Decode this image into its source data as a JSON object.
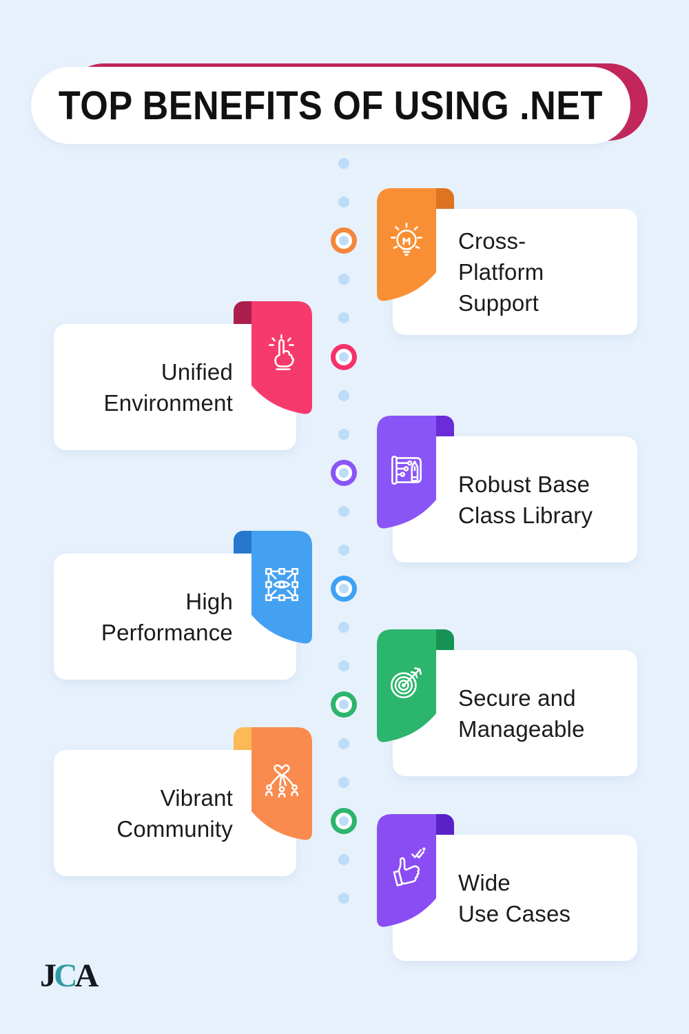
{
  "title": "TOP BENEFITS OF USING .NET",
  "colors": {
    "background": "#E7F1FC",
    "header_accent": "#C2265A",
    "card": "#FFFFFF",
    "text": "#1B1B1B",
    "timeline_dot": "#BCDCF8",
    "ring_center": "#BCDCF8"
  },
  "benefits": [
    {
      "id": "cross-platform-support",
      "side": "right",
      "lines": [
        "Cross-",
        "Platform",
        "Support"
      ],
      "color": "#F98F35",
      "fold_color": "#DD7420",
      "icon": "lightbulb-icon"
    },
    {
      "id": "unified-environment",
      "side": "left",
      "lines": [
        "Unified",
        "Environment"
      ],
      "color": "#F73A6D",
      "fold_color": "#AC1E4E",
      "icon": "pointing-finger-icon"
    },
    {
      "id": "robust-base-class-library",
      "side": "right",
      "lines": [
        "Robust Base",
        "Class Library"
      ],
      "color": "#8A55F7",
      "fold_color": "#6A2BD9",
      "icon": "blueprint-icon"
    },
    {
      "id": "high-performance",
      "side": "left",
      "lines": [
        "High",
        "Performance"
      ],
      "color": "#44A1F2",
      "fold_color": "#2678CF",
      "icon": "vision-network-icon"
    },
    {
      "id": "secure-and-manageable",
      "side": "right",
      "lines": [
        "Secure and",
        "Manageable"
      ],
      "color": "#2BB56D",
      "fold_color": "#169354",
      "icon": "target-icon"
    },
    {
      "id": "vibrant-community",
      "side": "left",
      "lines": [
        "Vibrant",
        "Community"
      ],
      "color": "#F98B4F",
      "fold_color": "#FBBA55",
      "icon": "community-icon"
    },
    {
      "id": "wide-use-cases",
      "side": "right",
      "lines": [
        "Wide",
        "Use Cases"
      ],
      "color": "#8A4DF3",
      "fold_color": "#5B21C9",
      "icon": "thumbs-up-icon"
    }
  ],
  "timeline": {
    "items": [
      {
        "type": "dot"
      },
      {
        "type": "dot"
      },
      {
        "type": "ring",
        "color": "#F5863B"
      },
      {
        "type": "dot"
      },
      {
        "type": "dot"
      },
      {
        "type": "ring",
        "color": "#F5316B"
      },
      {
        "type": "dot"
      },
      {
        "type": "dot"
      },
      {
        "type": "ring",
        "color": "#8A55F7"
      },
      {
        "type": "dot"
      },
      {
        "type": "dot"
      },
      {
        "type": "ring",
        "color": "#3EA2F4"
      },
      {
        "type": "dot"
      },
      {
        "type": "dot"
      },
      {
        "type": "ring",
        "color": "#2CB56C"
      },
      {
        "type": "dot"
      },
      {
        "type": "dot"
      },
      {
        "type": "ring",
        "color": "#2CB56C"
      },
      {
        "type": "dot"
      },
      {
        "type": "dot"
      }
    ]
  },
  "logo": {
    "letters": [
      {
        "char": "J",
        "color": "#14181D"
      },
      {
        "char": "C",
        "color": "#2E9EA4"
      },
      {
        "char": "A",
        "color": "#14181D"
      }
    ]
  }
}
